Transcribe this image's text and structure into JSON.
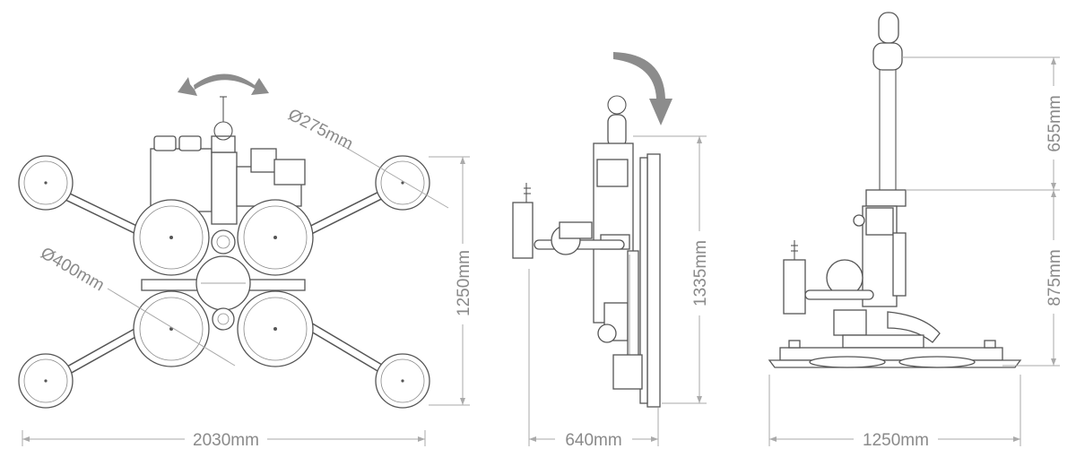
{
  "dimensions": {
    "front_width": "2030mm",
    "front_height": "1250mm",
    "small_pad_diameter": "Ø275mm",
    "large_pad_diameter": "Ø400mm",
    "side_width": "640mm",
    "side_height": "1335mm",
    "rear_width": "1250mm",
    "rear_upper_height": "655mm",
    "rear_lower_height": "875mm"
  },
  "colors": {
    "line": "#555555",
    "dimension": "#aaaaaa",
    "arrow": "#8c8c8c"
  },
  "icons": [
    "rotate-arrow-icon",
    "tilt-arrow-icon"
  ]
}
